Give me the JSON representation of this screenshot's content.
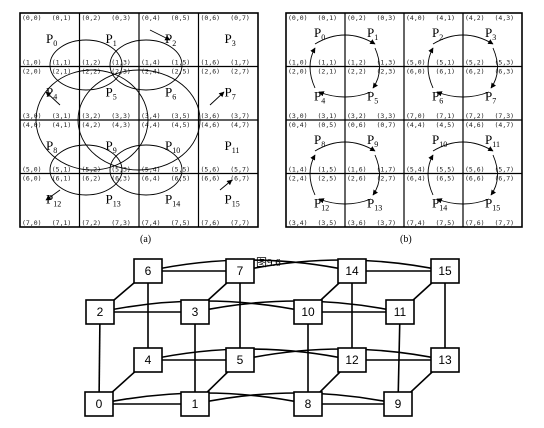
{
  "figure_label": "图9.6",
  "caption_a": "(a)",
  "caption_b": "(b)",
  "panel_a": {
    "coords": [
      "(0,0)",
      "(0,1)",
      "(0,2)",
      "(0,3)",
      "(0,4)",
      "(0,5)",
      "(0,6)",
      "(0,7)",
      "(1,0)",
      "(1,1)",
      "(1,2)",
      "(1,3)",
      "(1,4)",
      "(1,5)",
      "(1,6)",
      "(1,7)",
      "(2,0)",
      "(2,1)",
      "(2,2)",
      "(2,3)",
      "(2,4)",
      "(2,5)",
      "(2,6)",
      "(2,7)",
      "(3,0)",
      "(3,1)",
      "(3,2)",
      "(3,3)",
      "(3,4)",
      "(3,5)",
      "(3,6)",
      "(3,7)",
      "(4,0)",
      "(4,1)",
      "(4,2)",
      "(4,3)",
      "(4,4)",
      "(4,5)",
      "(4,6)",
      "(4,7)",
      "(5,0)",
      "(5,1)",
      "(5,2)",
      "(5,3)",
      "(5,4)",
      "(5,5)",
      "(5,6)",
      "(5,7)",
      "(6,0)",
      "(6,1)",
      "(6,2)",
      "(6,3)",
      "(6,4)",
      "(6,5)",
      "(6,6)",
      "(6,7)",
      "(7,0)",
      "(7,1)",
      "(7,2)",
      "(7,3)",
      "(7,4)",
      "(7,5)",
      "(7,6)",
      "(7,7)"
    ],
    "processes": [
      "0",
      "1",
      "2",
      "3",
      "4",
      "5",
      "6",
      "7",
      "8",
      "9",
      "10",
      "11",
      "12",
      "13",
      "14",
      "15"
    ]
  },
  "panel_b": {
    "coords": [
      "(0,0)",
      "(0,1)",
      "(0,2)",
      "(0,3)",
      "(4,0)",
      "(4,1)",
      "(4,2)",
      "(4,3)",
      "(1,0)",
      "(1,1)",
      "(1,2)",
      "(1,3)",
      "(5,0)",
      "(5,1)",
      "(5,2)",
      "(5,3)",
      "(2,0)",
      "(2,1)",
      "(2,2)",
      "(2,3)",
      "(6,0)",
      "(6,1)",
      "(6,2)",
      "(6,3)",
      "(3,0)",
      "(3,1)",
      "(3,2)",
      "(3,3)",
      "(7,0)",
      "(7,1)",
      "(7,2)",
      "(7,3)",
      "(0,4)",
      "(0,5)",
      "(0,6)",
      "(0,7)",
      "(4,4)",
      "(4,5)",
      "(4,6)",
      "(4,7)",
      "(1,4)",
      "(1,5)",
      "(1,6)",
      "(1,7)",
      "(5,4)",
      "(5,5)",
      "(5,6)",
      "(5,7)",
      "(2,4)",
      "(2,5)",
      "(2,6)",
      "(2,7)",
      "(6,4)",
      "(6,5)",
      "(6,6)",
      "(6,7)",
      "(3,4)",
      "(3,5)",
      "(3,6)",
      "(3,7)",
      "(7,4)",
      "(7,5)",
      "(7,6)",
      "(7,7)"
    ],
    "processes": [
      "0",
      "1",
      "2",
      "3",
      "4",
      "5",
      "6",
      "7",
      "8",
      "9",
      "10",
      "11",
      "12",
      "13",
      "14",
      "15"
    ]
  },
  "hypercube": {
    "labels": [
      "0",
      "1",
      "2",
      "3",
      "4",
      "5",
      "6",
      "7",
      "8",
      "9",
      "10",
      "11",
      "12",
      "13",
      "14",
      "15"
    ]
  }
}
